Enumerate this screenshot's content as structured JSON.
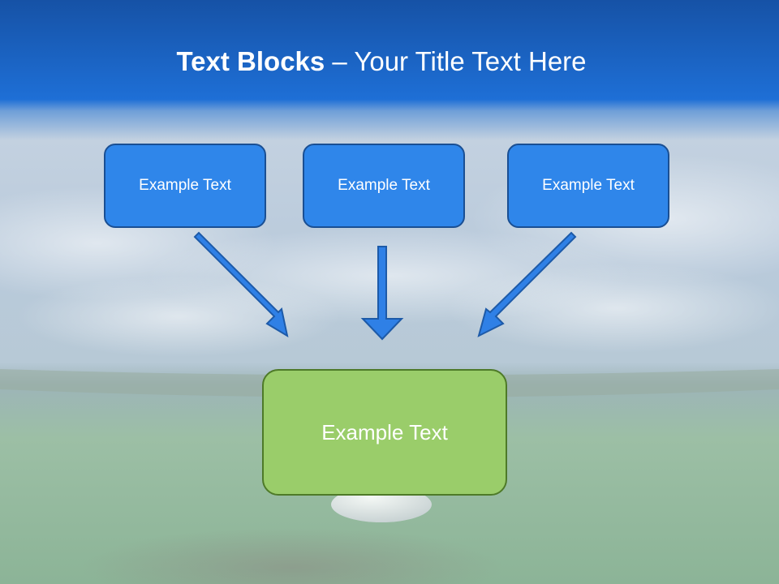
{
  "title": {
    "bold": "Text Blocks",
    "separator": " – ",
    "rest": "Your Title Text Here"
  },
  "boxes": {
    "top": [
      {
        "label": "Example Text"
      },
      {
        "label": "Example Text"
      },
      {
        "label": "Example Text"
      }
    ],
    "result": {
      "label": "Example Text"
    }
  },
  "colors": {
    "header_blue": "#1565c8",
    "box_blue": "#2f86ea",
    "box_blue_border": "#1a4f93",
    "box_green": "#9acd6a",
    "box_green_border": "#4e7a28",
    "arrow_fill": "#2f80e6",
    "arrow_stroke": "#1d5aa8"
  }
}
